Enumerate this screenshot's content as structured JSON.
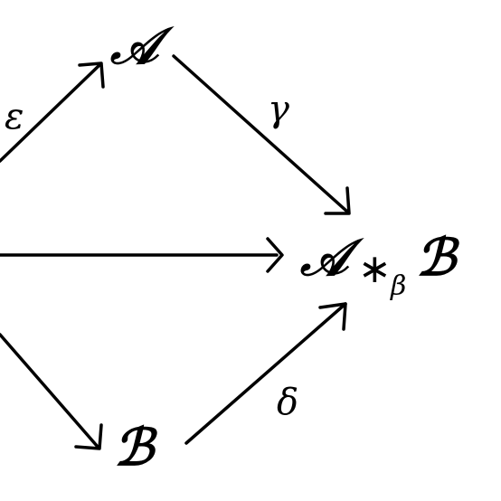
{
  "nodes": {
    "a": {
      "symbol": "𝒜"
    },
    "b": {
      "symbol": "ℬ"
    },
    "product": {
      "left_symbol": "𝒜",
      "operator": "∗",
      "subscript": "β",
      "right_symbol": "ℬ"
    }
  },
  "edges": {
    "epsilon": {
      "label": "ε"
    },
    "gamma": {
      "label": "γ"
    },
    "delta": {
      "label": "δ"
    }
  }
}
